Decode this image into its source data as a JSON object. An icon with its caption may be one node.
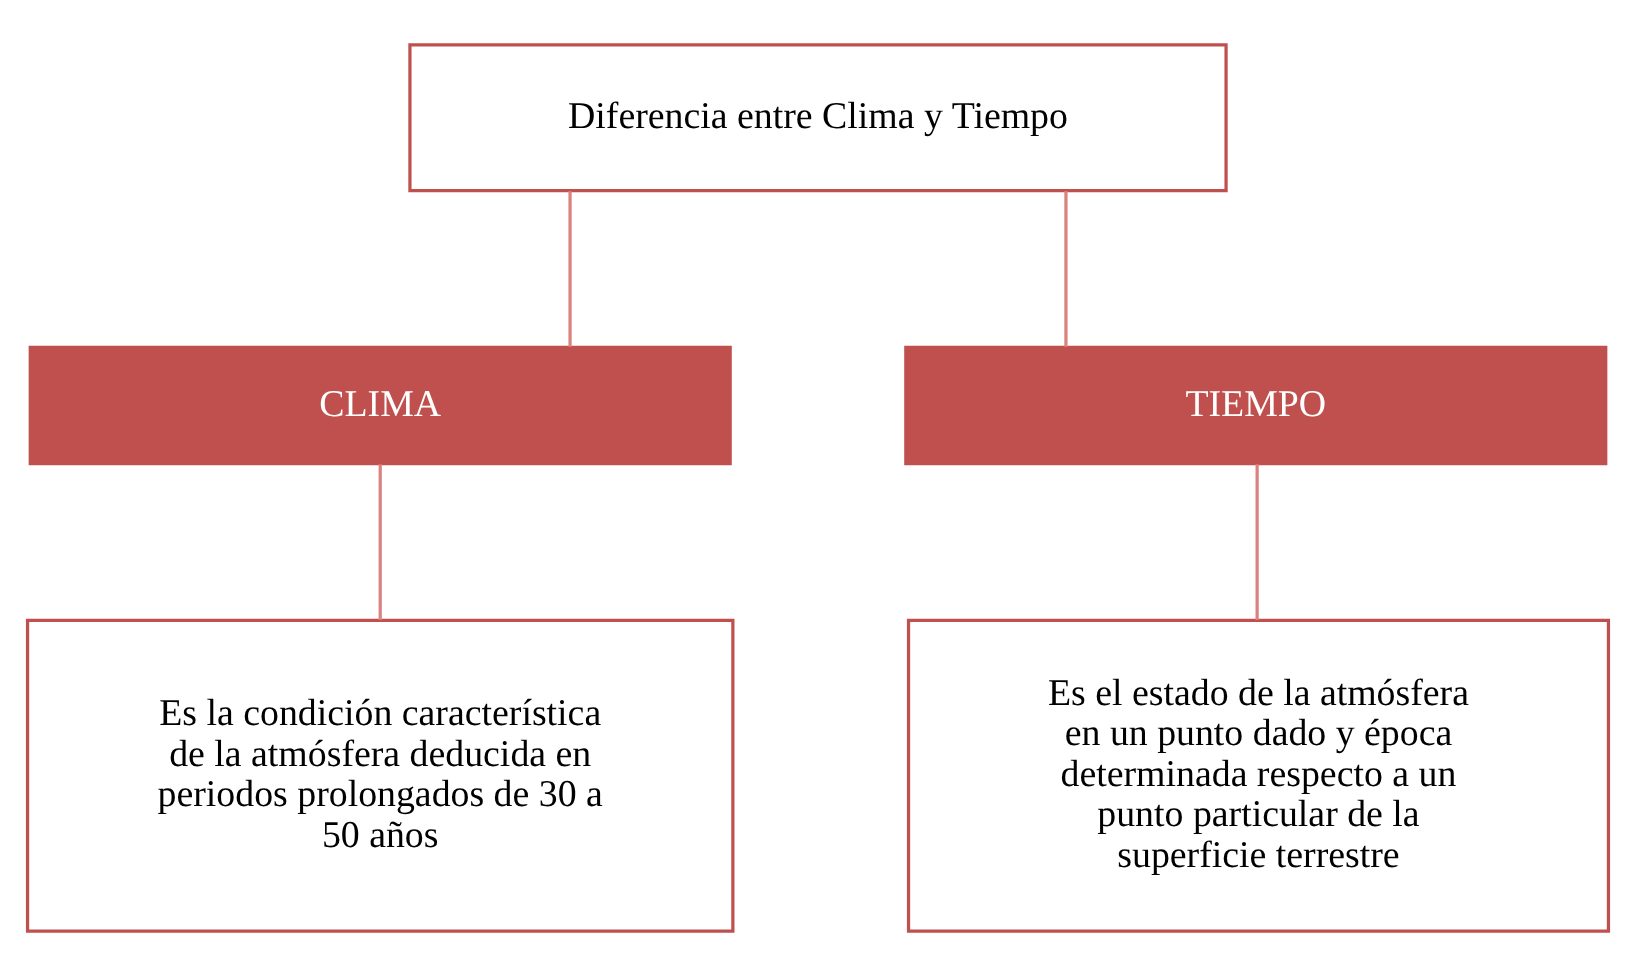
{
  "diagram": {
    "nodes": [
      {
        "text": [
          "Diferencia entre Clima y Tiempo"
        ]
      },
      {
        "text": [
          "CLIMA"
        ]
      },
      {
        "text": [
          "TIEMPO"
        ]
      },
      {
        "text": [
          "Es la condición característica de la atmósfera deducida en periodos prolongados de 30 a 50 años"
        ]
      },
      {
        "text": [
          "Es el estado de la atmósfera en un punto dado y época determinada respecto a un punto particular de la superficie terrestre"
        ]
      }
    ],
    "edges": [
      {
        "from": 0,
        "to": 1,
        "arrow": "none"
      },
      {
        "from": 0,
        "to": 2,
        "arrow": "none"
      },
      {
        "from": 1,
        "to": 3,
        "arrow": "none"
      },
      {
        "from": 2,
        "to": 4,
        "arrow": "none"
      }
    ]
  }
}
